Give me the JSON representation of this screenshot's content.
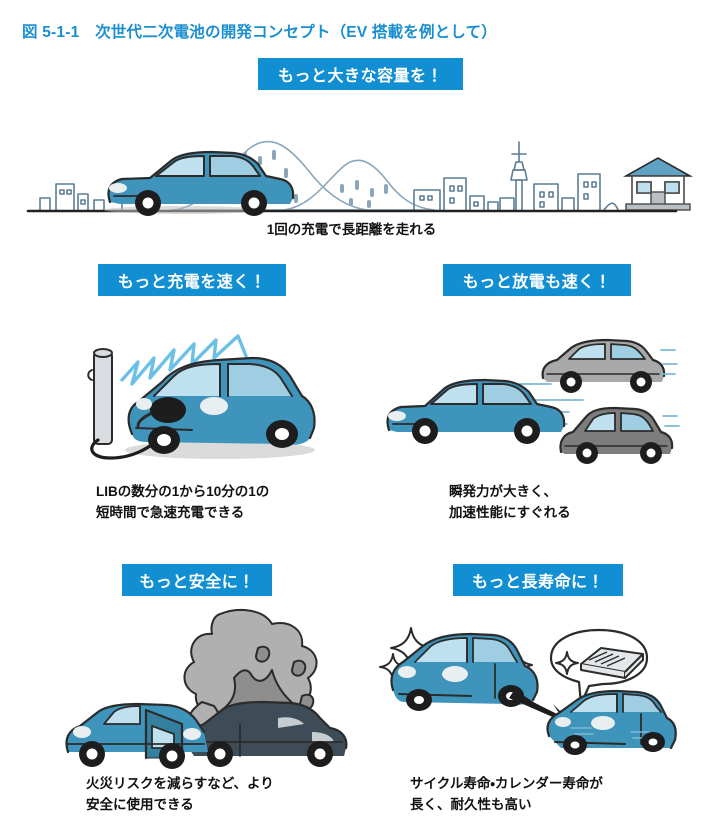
{
  "figure": {
    "title": "図 5-1-1　次世代二次電池の開発コンセプト（EV 搭載を例として）",
    "title_color": "#1b8ed0",
    "badge_color": "#128ed2",
    "accent_car_color": "#3f94bb"
  },
  "sections": [
    {
      "id": "capacity",
      "badge": "もっと大きな容量を！",
      "caption": "1回の充電で長距離を走れる",
      "illustration": "car-driving-city-mountain-house"
    },
    {
      "id": "fast-charge",
      "badge": "もっと充電を速く！",
      "caption": "LIBの数分の1から10分の1の\n短時間で急速充電できる",
      "illustration": "car-charging-at-station-with-lightning"
    },
    {
      "id": "fast-discharge",
      "badge": "もっと放電も速く！",
      "caption": "瞬発力が大きく、\n加速性能にすぐれる",
      "illustration": "blue-car-overtaking-two-gray-cars"
    },
    {
      "id": "safety",
      "badge": "もっと安全に！",
      "caption": "火災リスクを減らすなど、より\n安全に使用できる",
      "illustration": "car-crash-with-smoke-and-flames"
    },
    {
      "id": "long-life",
      "badge": "もっと長寿命に！",
      "caption": "サイクル寿命・カレンダー寿命が\n長く、耐久性も高い",
      "illustration": "new-car-arrow-old-car-with-battery-bubble"
    }
  ]
}
